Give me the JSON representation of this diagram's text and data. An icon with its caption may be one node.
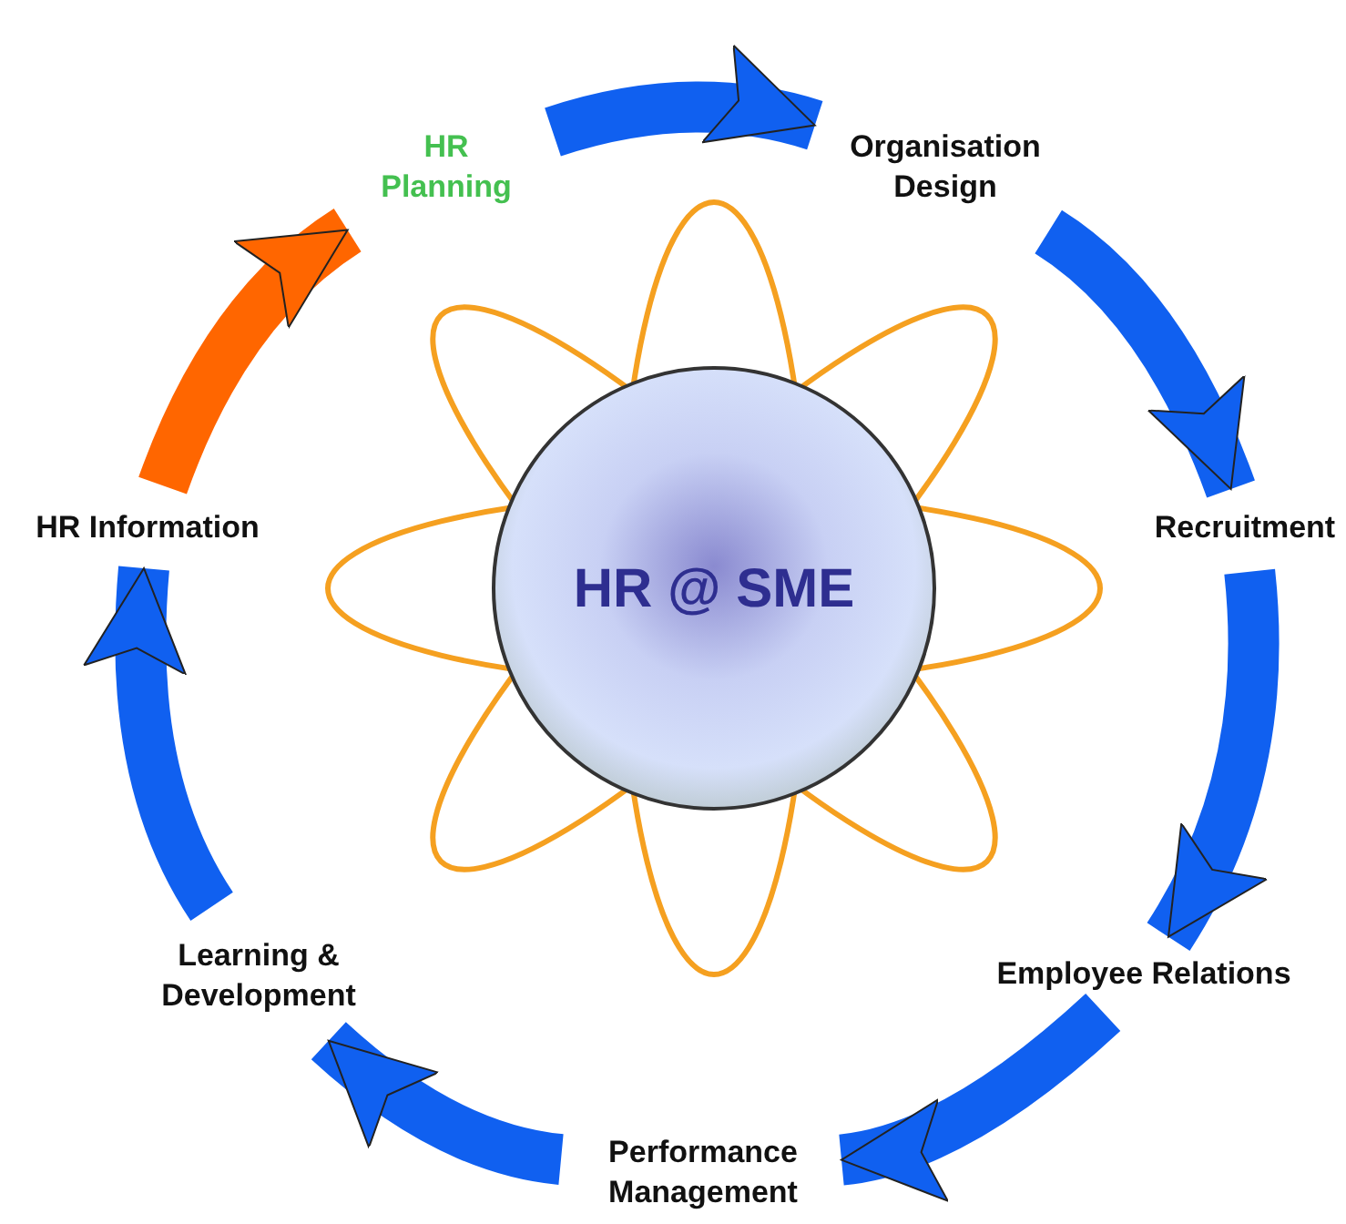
{
  "diagram": {
    "nodes": [
      {
        "text": [
          "HR @ SME"
        ]
      },
      {
        "text": [
          "HR Planning"
        ]
      },
      {
        "text": [
          "Organisation Design"
        ]
      },
      {
        "text": [
          "Recruitment"
        ]
      },
      {
        "text": [
          "Employee Relations"
        ]
      },
      {
        "text": [
          "Performance Management"
        ]
      },
      {
        "text": [
          "Learning & Development"
        ]
      },
      {
        "text": [
          "HR Information"
        ]
      }
    ],
    "edges": [
      {
        "from": 1,
        "to": 2,
        "arrow": "to"
      },
      {
        "from": 2,
        "to": 3,
        "arrow": "to"
      },
      {
        "from": 3,
        "to": 4,
        "arrow": "to"
      },
      {
        "from": 4,
        "to": 5,
        "arrow": "to"
      },
      {
        "from": 5,
        "to": 6,
        "arrow": "to"
      },
      {
        "from": 6,
        "to": 7,
        "arrow": "to"
      },
      {
        "from": 7,
        "to": 1,
        "arrow": "to",
        "color": "#ff6600"
      }
    ]
  }
}
